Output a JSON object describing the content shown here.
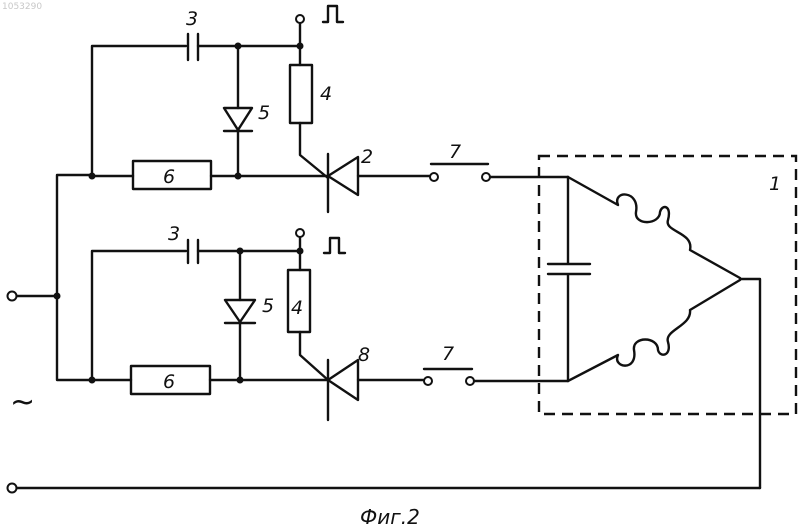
{
  "watermark": "1053290",
  "labels": {
    "capacitor_top": "3",
    "capacitor_bottom": "3",
    "resistor4_top": "4",
    "resistor4_bottom": "4",
    "diode_top": "5",
    "diode_bottom": "5",
    "resistor6_top": "6",
    "resistor6_bottom": "6",
    "thyristor_top": "2",
    "thyristor_bottom": "8",
    "switch_top": "7",
    "switch_bottom": "7",
    "motor_block": "1"
  },
  "symbols": {
    "ac_source": "~"
  },
  "caption": "Фиг.2"
}
